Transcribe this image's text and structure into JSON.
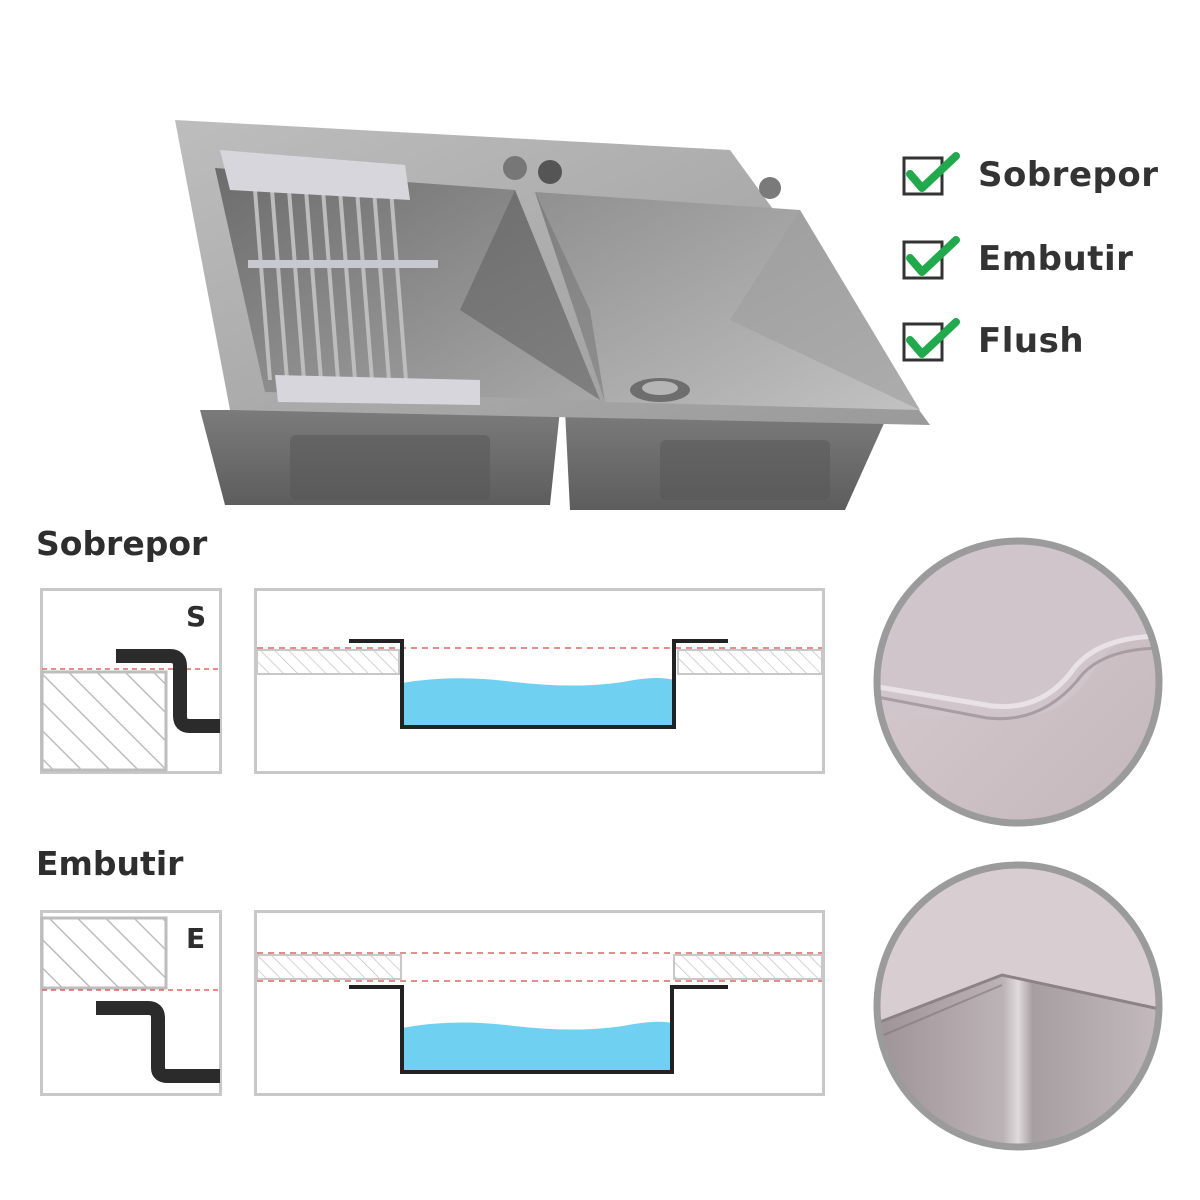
{
  "features": [
    {
      "label": "Sobrepor",
      "icon": "check-icon",
      "checked": true
    },
    {
      "label": "Embutir",
      "icon": "check-icon",
      "checked": true
    },
    {
      "label": "Flush",
      "icon": "check-icon",
      "checked": true
    }
  ],
  "sections": {
    "sobrepor": {
      "title": "Sobrepor",
      "code": "S"
    },
    "embutir": {
      "title": "Embutir",
      "code": "E"
    }
  },
  "colors": {
    "check": "#1faa4b",
    "steel": "#8a8a8a",
    "water": "#6fd0f1",
    "dashed_line": "#e06565",
    "countertop_hatch": "#bdbdbd",
    "sink_wall": "#222222"
  }
}
